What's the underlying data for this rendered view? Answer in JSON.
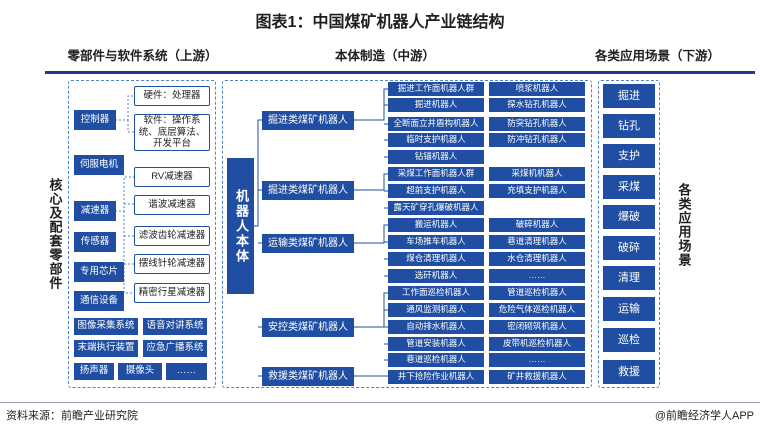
{
  "title": "图表1：中国煤矿机器人产业链结构",
  "sections": {
    "upstream": "零部件与软件系统（上游）",
    "midstream": "本体制造（中游）",
    "downstream": "各类应用场景（下游）"
  },
  "upstream": {
    "side_label": "核心及配套零部件",
    "components": [
      "控制器",
      "伺服电机",
      "减速器",
      "传感器",
      "专用芯片",
      "通信设备"
    ],
    "controller_parts": [
      "硬件：处理器",
      "软件：操作系统、底层算法、开发平台"
    ],
    "reducers": [
      "RV减速器",
      "谐波减速器",
      "滤波齿轮减速器",
      "摆线针轮减速器",
      "精密行星减速器"
    ],
    "grid": [
      "图像采集系统",
      "语音对讲系统",
      "末端执行装置",
      "应急广播系统",
      "扬声器",
      "摄像头",
      "……"
    ]
  },
  "midstream": {
    "center_label": "机器人本体",
    "categories": [
      {
        "name": "掘进类煤矿机器人",
        "items": [
          [
            "掘进工作面机器人群",
            "喷浆机器人"
          ],
          [
            "掘进机器人",
            "探水钻孔机器人"
          ],
          [
            "全断面立井盾构机器人",
            "防突钻孔机器人"
          ],
          [
            "临时支护机器人",
            "防冲钻孔机器人"
          ],
          [
            "钻锚机器人",
            ""
          ]
        ]
      },
      {
        "name": "掘进类煤矿机器人",
        "items": [
          [
            "采煤工作面机器人群",
            "采煤机机器人"
          ],
          [
            "超前支护机器人",
            "充填支护机器人"
          ],
          [
            "露天矿穿孔爆破机器人",
            ""
          ]
        ]
      },
      {
        "name": "运输类煤矿机器人",
        "items": [
          [
            "搬运机器人",
            "破碎机器人"
          ],
          [
            "车场推车机器人",
            "巷道清理机器人"
          ],
          [
            "煤仓清理机器人",
            "水仓清理机器人"
          ],
          [
            "选矸机器人",
            "……"
          ]
        ]
      },
      {
        "name": "安控类煤矿机器人",
        "items": [
          [
            "工作面巡检机器人",
            "管道巡检机器人"
          ],
          [
            "通风监测机器人",
            "危险气体巡检机器人"
          ],
          [
            "自动排水机器人",
            "密闭砌筑机器人"
          ],
          [
            "管道安装机器人",
            "皮带机巡检机器人"
          ],
          [
            "巷道巡检机器人",
            "……"
          ]
        ]
      },
      {
        "name": "救援类煤矿机器人",
        "items": [
          [
            "井下抢险作业机器人",
            "矿井救援机器人"
          ]
        ]
      }
    ]
  },
  "downstream": {
    "side_label": "各类应用场景",
    "scenes": [
      "掘进",
      "钻孔",
      "支护",
      "采煤",
      "爆破",
      "破碎",
      "清理",
      "运输",
      "巡检",
      "救援"
    ]
  },
  "footer": {
    "source": "资料来源：前瞻产业研究院",
    "credit": "@前瞻经济学人APP"
  },
  "colors": {
    "box_blue": "#1f4ea3",
    "dashed_border": "#4d86c6",
    "top_bar": "#1f3b8a"
  }
}
